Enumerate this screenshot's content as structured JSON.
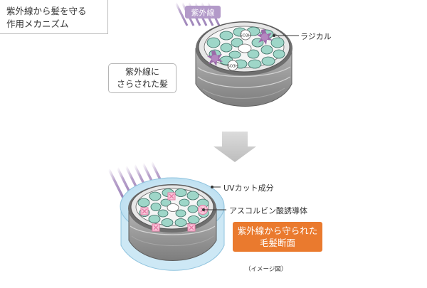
{
  "title": {
    "line1": "紫外線から髪を守る",
    "line2": "作用メカニズム"
  },
  "top_diagram": {
    "uv_label": "紫外線",
    "radical_label": "ラジカル",
    "so3h_label": "SO3H",
    "state_label": {
      "line1": "紫外線に",
      "line2": "さらされた髪"
    }
  },
  "bottom_diagram": {
    "uv_cut_label": "UVカット成分",
    "ascorbic_label": "アスコルビン酸誘導体",
    "result_label": {
      "line1": "紫外線から守られた",
      "line2": "毛髪断面"
    },
    "image_note": "（イメージ図）"
  },
  "colors": {
    "uv_stripe": "#b9a3cc",
    "uv_badge": "#b39ac9",
    "cell_fill": "#9ed6c8",
    "cell_stroke": "#3b6b62",
    "hair_gray": "#8f8f8f",
    "radical": "#9a6aa8",
    "shield": "#cde8f5",
    "ascorbic_pink": "#e77aa6",
    "arrow_gray": "#cfcfcf",
    "orange": "#ea7a2e"
  }
}
